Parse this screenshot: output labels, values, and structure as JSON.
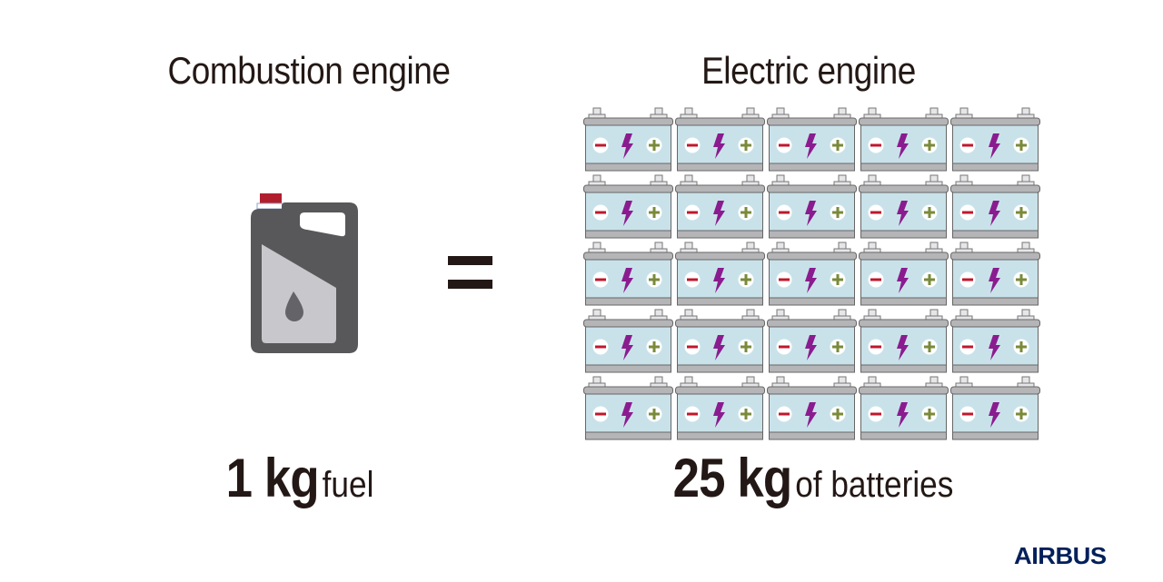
{
  "left": {
    "title": "Combustion engine",
    "amount": "1 kg",
    "unit_label": "fuel",
    "icon": "fuel-canister-icon"
  },
  "operator": "equals-sign",
  "right": {
    "title": "Electric engine",
    "amount": "25 kg",
    "unit_label": "of batteries",
    "icon": "battery-icon",
    "battery_grid": {
      "rows": 5,
      "columns": 5,
      "count": 25
    }
  },
  "brand": {
    "logo_text": "AIRBUS",
    "color": "#00205b"
  },
  "colors": {
    "text": "#231815",
    "canister_body": "#58585a",
    "canister_label": "#c8c8cc",
    "canister_cap": "#b01e2e",
    "battery_body": "#c9e2ea",
    "battery_frame": "#b5b5b8",
    "bolt": "#8a1c8f",
    "minus": "#c0172d",
    "plus": "#7a8a3a"
  }
}
